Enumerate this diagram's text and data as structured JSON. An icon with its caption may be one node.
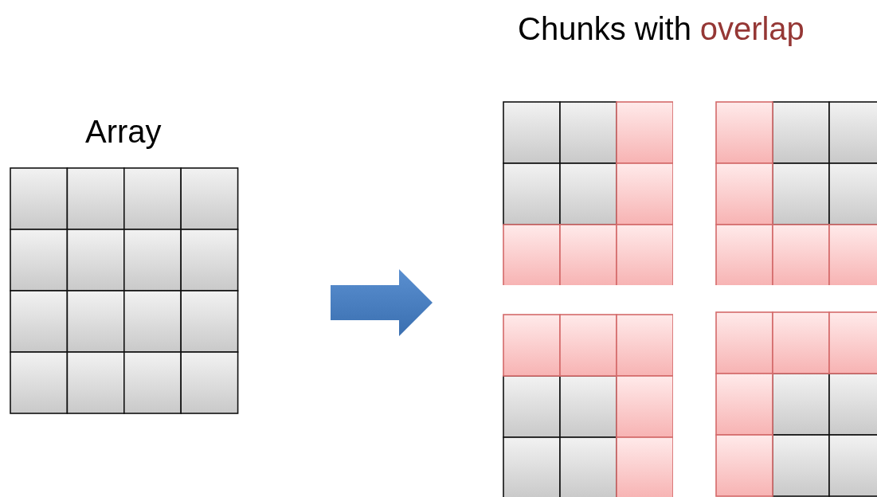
{
  "diagram": {
    "nodes": [
      {
        "text": [
          "Array"
        ]
      },
      {
        "text": [],
        "shape": "arrow"
      },
      {
        "text": [
          "Chunks with",
          "overlap"
        ]
      },
      {
        "text": [],
        "shape": "box"
      },
      {
        "text": [],
        "shape": "box"
      },
      {
        "text": [],
        "shape": "box"
      },
      {
        "text": [],
        "shape": "box"
      }
    ]
  }
}
